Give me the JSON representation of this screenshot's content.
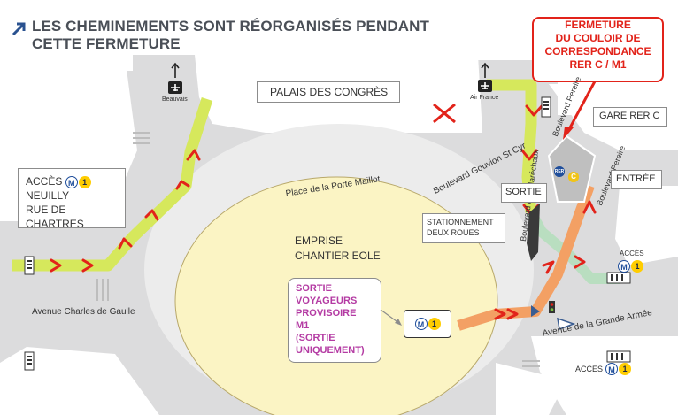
{
  "header": {
    "title_line1": "LES CHEMINEMENTS SONT RÉORGANISÉS PENDANT",
    "title_line2": "CETTE FERMETURE"
  },
  "closure_box": {
    "line1": "FERMETURE",
    "line2": "DU COULOIR DE",
    "line3": "CORRESPONDANCE",
    "line4": "RER C / M1"
  },
  "labels": {
    "palais": "PALAIS DES CONGRÈS",
    "beauvais": "Beauvais",
    "air_france": "Air France",
    "place": "Place de la Porte Maillot",
    "gouvion": "Boulevard Gouvion St Cyr",
    "marechaux": "Boulevard des Maréchaux",
    "pereire_top": "Boulevard Pereire",
    "pereire_bottom": "Boulevard Pereire",
    "gare_rer_c": "GARE RER C",
    "entree": "ENTRÉE",
    "sortie": "SORTIE",
    "stationnement_1": "STATIONNEMENT",
    "stationnement_2": "DEUX ROUES",
    "emprise_1": "EMPRISE",
    "emprise_2": "CHANTIER EOLE",
    "charles_de_gaulle": "Avenue Charles de Gaulle",
    "grande_armee": "Avenue de la Grande Armée",
    "acces_right": "ACCÈS",
    "acces_bottom": "ACCÈS"
  },
  "acces_neuilly": {
    "line1": "ACCÈS",
    "line2": "NEUILLY",
    "line3": "RUE DE CHARTRES"
  },
  "exit_box": {
    "line1": "SORTIE",
    "line2": "VOYAGEURS",
    "line3": "PROVISOIRE",
    "line4": "M1",
    "line5": "(SORTIE",
    "line6": "UNIQUEMENT)"
  },
  "metro_badge": {
    "m": "M",
    "line": "1"
  },
  "rer_badge": {
    "text": "RER",
    "line": "C"
  },
  "colors": {
    "road": "#dcdcdd",
    "plaza": "#fbf4c4",
    "green_path": "#d6e85c",
    "orange_path": "#f3a064",
    "light_green": "#b9dec0",
    "red": "#e2231a",
    "purple": "#b43ba3",
    "metro_blue": "#1f4e9b",
    "metro_yellow": "#ffcd00"
  }
}
